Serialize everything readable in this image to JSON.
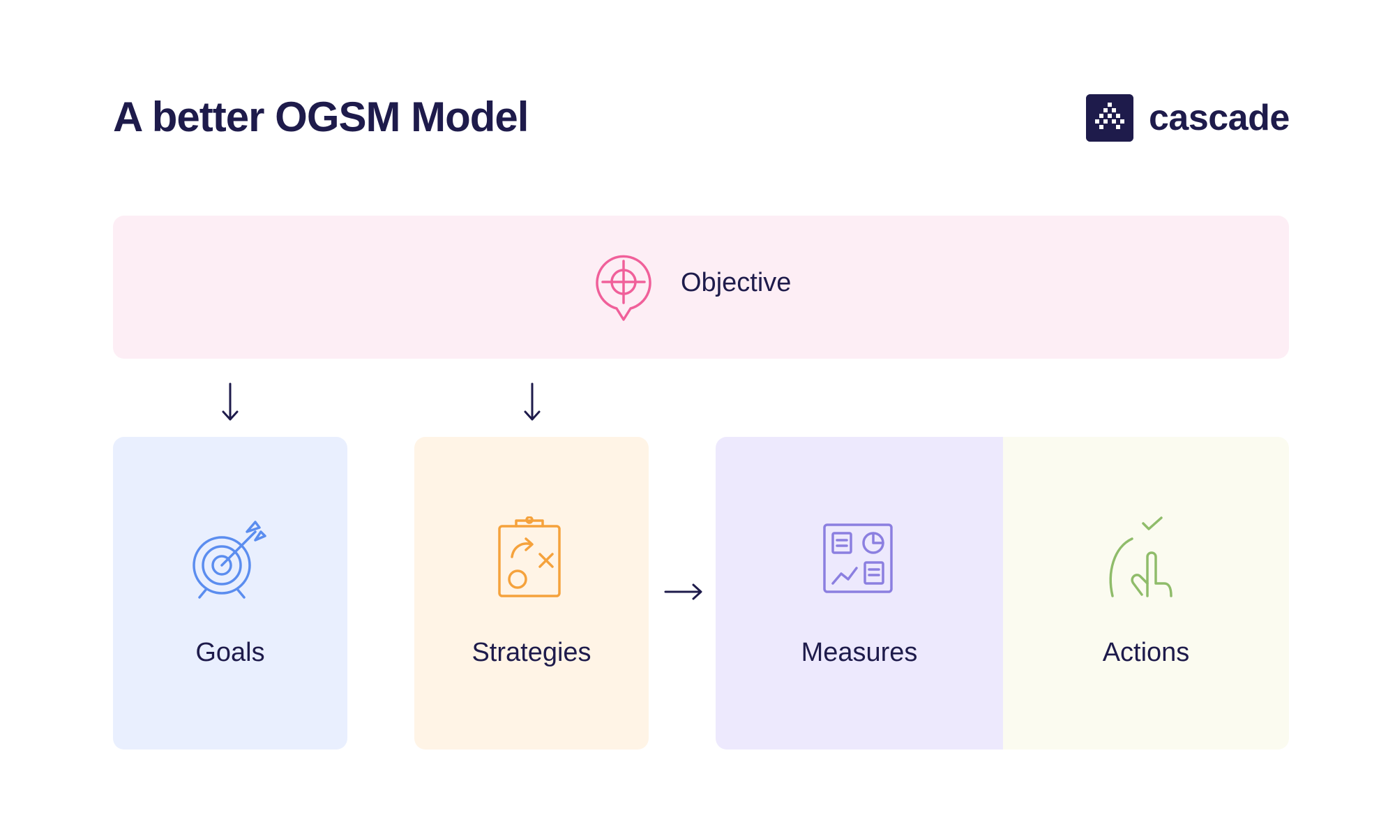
{
  "header": {
    "title": "A better OGSM Model",
    "brand_name": "cascade",
    "brand_logo_icon": "cascade-logo-icon"
  },
  "objective": {
    "label": "Objective",
    "icon": "location-target-icon",
    "color": "#fdeef5",
    "icon_color": "#f0609a"
  },
  "cards": {
    "goals": {
      "label": "Goals",
      "icon": "dartboard-icon",
      "color": "#e9effe",
      "icon_color": "#5b8def"
    },
    "strategies": {
      "label": "Strategies",
      "icon": "clipboard-plan-icon",
      "color": "#fff4e6",
      "icon_color": "#f5a23c"
    },
    "measures": {
      "label": "Measures",
      "icon": "dashboard-icon",
      "color": "#ede9fd",
      "icon_color": "#8b7fe0"
    },
    "actions": {
      "label": "Actions",
      "icon": "tap-check-icon",
      "color": "#fbfbf0",
      "icon_color": "#8fbc6a"
    }
  },
  "flow": {
    "arrows": [
      "objective-to-goals",
      "objective-to-strategies",
      "strategies-to-measures"
    ],
    "arrow_color": "#1e1b4b"
  }
}
